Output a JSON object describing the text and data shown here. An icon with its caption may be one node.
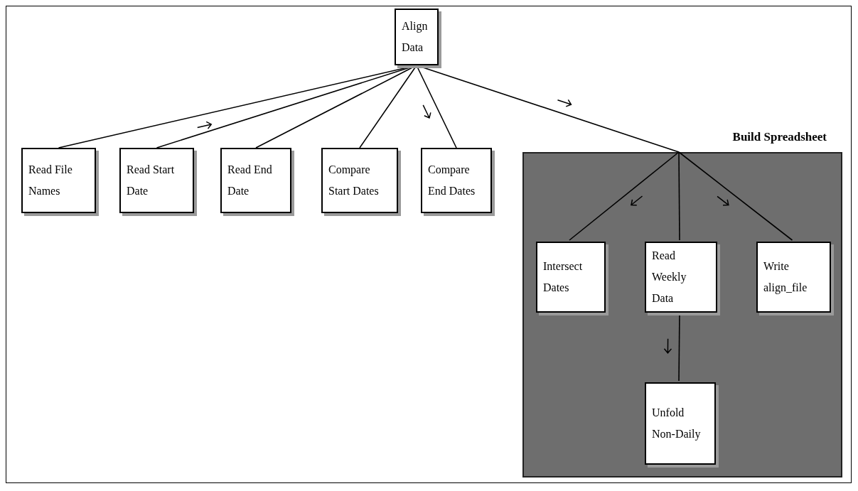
{
  "diagram": {
    "nodes": [
      {
        "text": [
          "Align Data"
        ]
      },
      {
        "text": [
          "Read File Names"
        ]
      },
      {
        "text": [
          "Read Start Date"
        ]
      },
      {
        "text": [
          "Read End Date"
        ]
      },
      {
        "text": [
          "Compare Start Dates"
        ]
      },
      {
        "text": [
          "Compare End Dates"
        ]
      },
      {
        "text": [
          "Build Spreadsheet"
        ]
      },
      {
        "text": [
          "Intersect Dates"
        ],
        "in": 6
      },
      {
        "text": [
          "Read Weekly Data"
        ],
        "in": 6
      },
      {
        "text": [
          "Write align_file"
        ],
        "in": 6
      },
      {
        "text": [
          "Unfold Non-Daily"
        ],
        "in": 6
      }
    ],
    "edges": [
      {
        "from": 0,
        "to": 1,
        "arrow": "none"
      },
      {
        "from": 0,
        "to": 2,
        "arrow": "none"
      },
      {
        "from": 0,
        "to": 3,
        "arrow": "none"
      },
      {
        "from": 0,
        "to": 4,
        "arrow": "none"
      },
      {
        "from": 0,
        "to": 5,
        "arrow": "none"
      },
      {
        "from": 0,
        "to": 6,
        "arrow": "none"
      },
      {
        "from": 6,
        "to": 7,
        "arrow": "none"
      },
      {
        "from": 6,
        "to": 8,
        "arrow": "none"
      },
      {
        "from": 6,
        "to": 9,
        "arrow": "none"
      },
      {
        "from": 8,
        "to": 10,
        "arrow": "none"
      }
    ]
  }
}
